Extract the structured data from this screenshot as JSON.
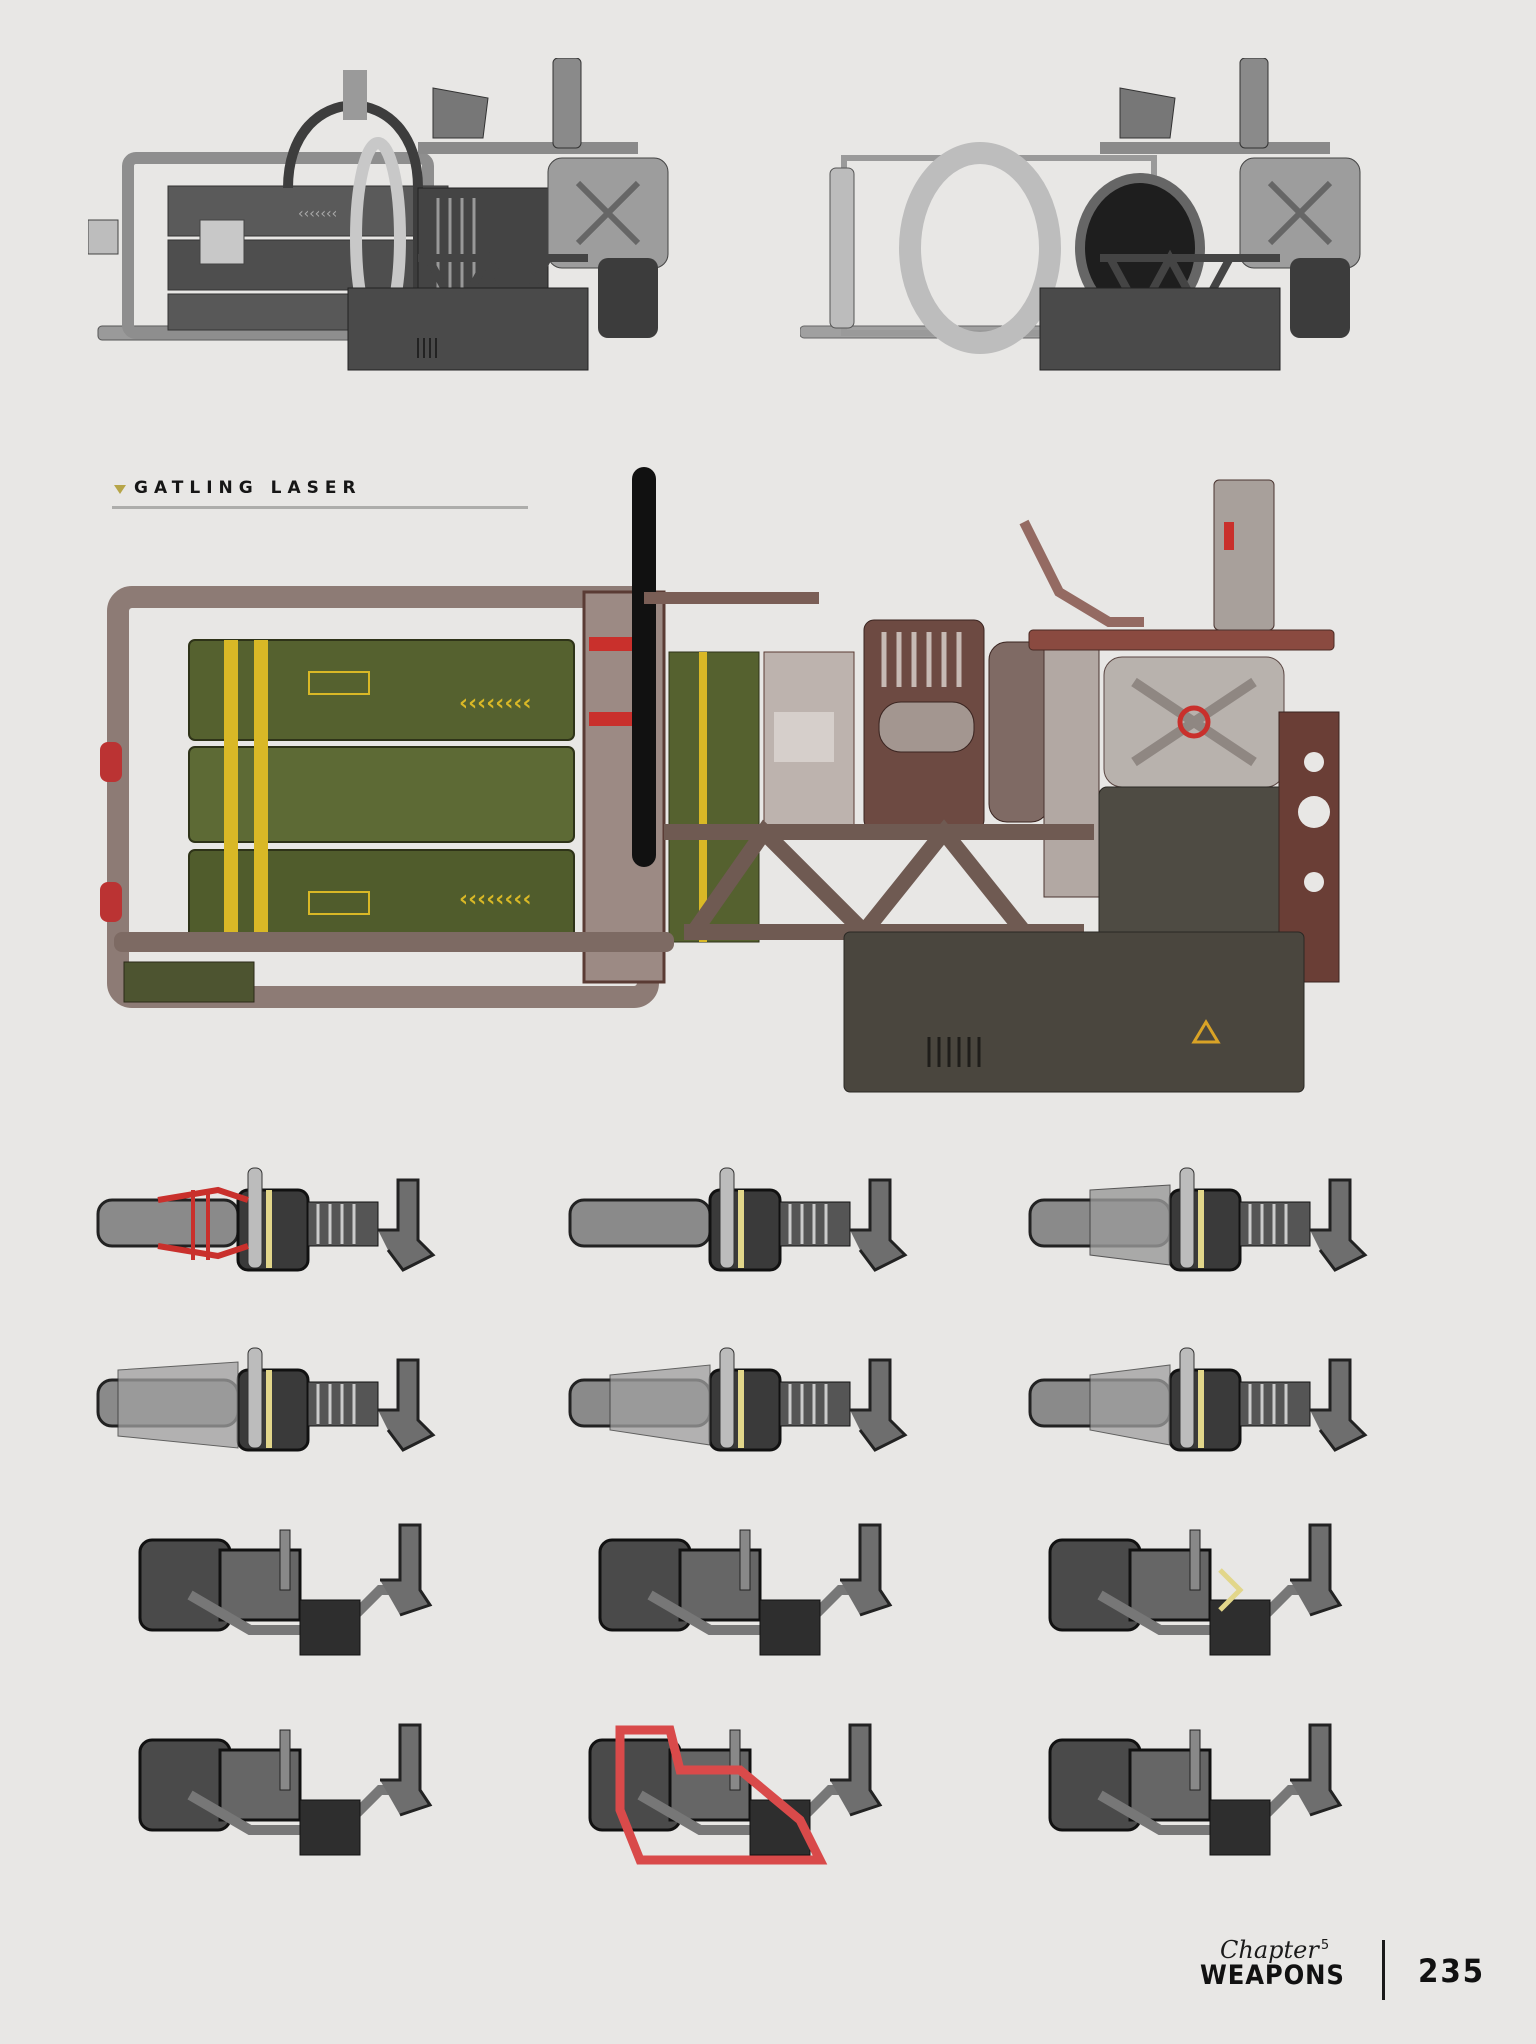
{
  "page": {
    "background_color": "#e8e7e5"
  },
  "section_caption": {
    "marker_icon": "triangle-down-icon",
    "marker_color": "#b6a548",
    "title": "GATLING LASER"
  },
  "illustrations": {
    "top_row": [
      {
        "label": "gatling-laser-grayscale-assembled"
      },
      {
        "label": "gatling-laser-grayscale-exploded"
      }
    ],
    "hero": {
      "label": "gatling-laser-color-render",
      "colors": {
        "battery_green": "#55612f",
        "stripe_yellow": "#d9b826",
        "frame_metal": "#8a7a74",
        "rust": "#7b3a30",
        "accent_red": "#c9302c"
      }
    },
    "variants_grid": {
      "rows": 4,
      "cols": 3,
      "items": [
        {
          "row": 1,
          "col": 1,
          "accent": "red-cage-barrel"
        },
        {
          "row": 1,
          "col": 2,
          "accent": "plain-barrel"
        },
        {
          "row": 1,
          "col": 3,
          "accent": "mesh-cone-prong"
        },
        {
          "row": 2,
          "col": 1,
          "accent": "mesh-cone-wide"
        },
        {
          "row": 2,
          "col": 2,
          "accent": "mesh-cone-short"
        },
        {
          "row": 2,
          "col": 3,
          "accent": "mesh-cone-fork"
        },
        {
          "row": 3,
          "col": 1,
          "accent": "compact-cage"
        },
        {
          "row": 3,
          "col": 2,
          "accent": "compact-cage-ring"
        },
        {
          "row": 3,
          "col": 3,
          "accent": "compact-cage-yellow"
        },
        {
          "row": 4,
          "col": 1,
          "accent": "compact-dark"
        },
        {
          "row": 4,
          "col": 2,
          "accent": "red-cage-compact"
        },
        {
          "row": 4,
          "col": 3,
          "accent": "compact-ring"
        }
      ]
    }
  },
  "footer": {
    "chapter_script": "Chapter",
    "chapter_number": "5",
    "section_title": "WEAPONS",
    "page_number": "235"
  }
}
